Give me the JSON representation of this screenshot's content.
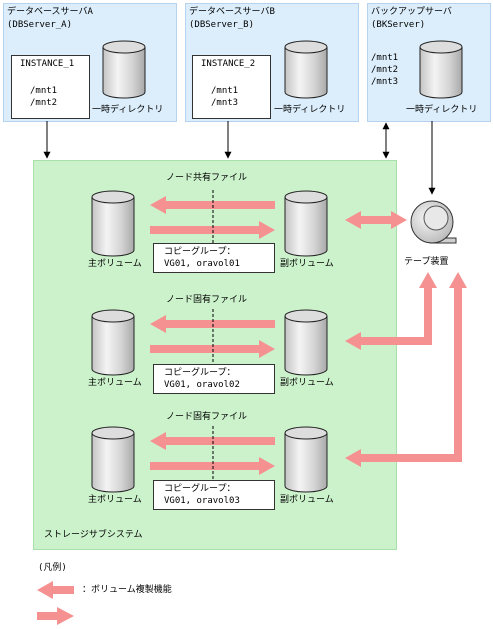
{
  "servers": [
    {
      "title": "データベースサーバA",
      "subtitle": "(DBServer_A)",
      "instance": "INSTANCE_1",
      "mounts": "/mnt1\n/mnt2",
      "tempdir": "一時ディレクトリ"
    },
    {
      "title": "データベースサーバB",
      "subtitle": "(DBServer_B)",
      "instance": "INSTANCE_2",
      "mounts": "/mnt1\n/mnt3",
      "tempdir": "一時ディレクトリ"
    },
    {
      "title": "バックアップサーバ",
      "subtitle": "(BKServer)",
      "mounts": "/mnt1\n/mnt2\n/mnt3",
      "tempdir": "一時ディレクトリ"
    }
  ],
  "storage": {
    "label": "ストレージサブシステム",
    "groups": [
      {
        "title": "ノード共有ファイル",
        "primary": "主ボリューム",
        "secondary": "副ボリューム",
        "copy_group": "コピーグループ：\nVG01, oravol01"
      },
      {
        "title": "ノード固有ファイル",
        "primary": "主ボリューム",
        "secondary": "副ボリューム",
        "copy_group": "コピーグループ：\nVG01, oravol02"
      },
      {
        "title": "ノード固有ファイル",
        "primary": "主ボリューム",
        "secondary": "副ボリューム",
        "copy_group": "コピーグループ：\nVG01, oravol03"
      }
    ]
  },
  "tape": {
    "label": "テープ装置"
  },
  "legend": {
    "title": "(凡例)",
    "item": "：ボリューム複製機能"
  },
  "colors": {
    "server_bg": "#dceefb",
    "storage_bg": "#ccf2cc",
    "arrow": "#f59191"
  }
}
